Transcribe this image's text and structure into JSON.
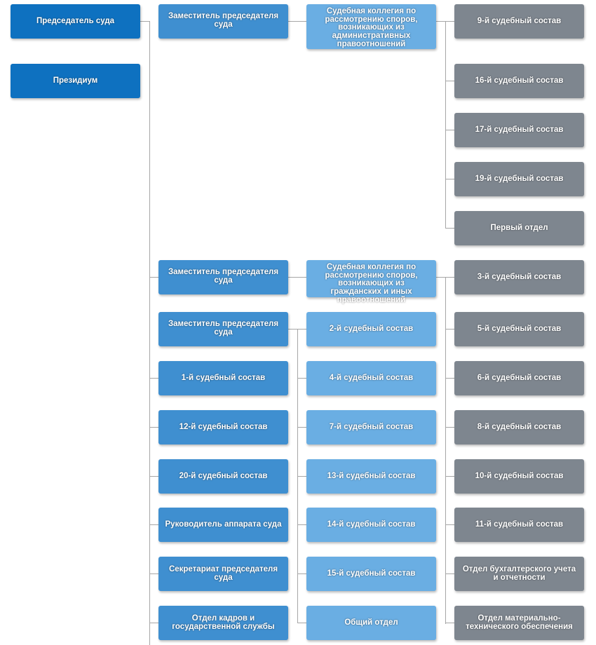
{
  "leadership": {
    "chairman": "Председатель суда",
    "presidium": "Президиум"
  },
  "deputies": {
    "deputy_1": "Заместитель председателя суда",
    "deputy_2": "Заместитель председателя суда",
    "deputy_3": "Заместитель председателя суда"
  },
  "column_units": {
    "comp_1": "1-й судебный состав",
    "comp_12": "12-й судебный состав",
    "comp_20": "20-й судебный состав",
    "apparatus_head": "Руководитель аппарата суда",
    "chairman_secretariat": "Секретариат председателя суда",
    "hr_department": "Отдел кадров и государственной службы"
  },
  "collegiums": {
    "administrative": "Судебная коллегия по рассмотрению споров, возникающих из административных правоотношений",
    "civil": "Судебная коллегия по рассмотрению споров, возникающих из гражданских и иных правоотношений"
  },
  "deputy3_units": {
    "comp_2": "2-й судебный состав",
    "comp_4": "4-й судебный состав",
    "comp_7": "7-й судебный состав",
    "comp_13": "13-й судебный состав",
    "comp_14": "14-й судебный состав",
    "comp_15": "15-й судебный состав",
    "general_dept": "Общий отдел"
  },
  "admin_collegium_units": {
    "comp_9": "9-й судебный состав",
    "comp_16": "16-й судебный состав",
    "comp_17": "17-й судебный состав",
    "comp_19": "19-й судебный состав",
    "first_dept": "Первый отдел"
  },
  "civil_collegium_units": {
    "comp_3": "3-й судебный состав",
    "comp_5": "5-й судебный состав",
    "comp_6": "6-й судебный состав",
    "comp_8": "8-й судебный состав",
    "comp_10": "10-й судебный состав",
    "comp_11": "11-й судебный состав",
    "accounting_dept": "Отдел бухгалтерского учета и отчетности",
    "logistics_dept": "Отдел материально-технического обеспечения"
  },
  "colors": {
    "chairman_level": "#0e71c0",
    "deputy_level": "#3f8fd0",
    "collegium_level": "#6aaee3",
    "composition_level": "#7e868f",
    "connector": "#a6a6a6"
  }
}
